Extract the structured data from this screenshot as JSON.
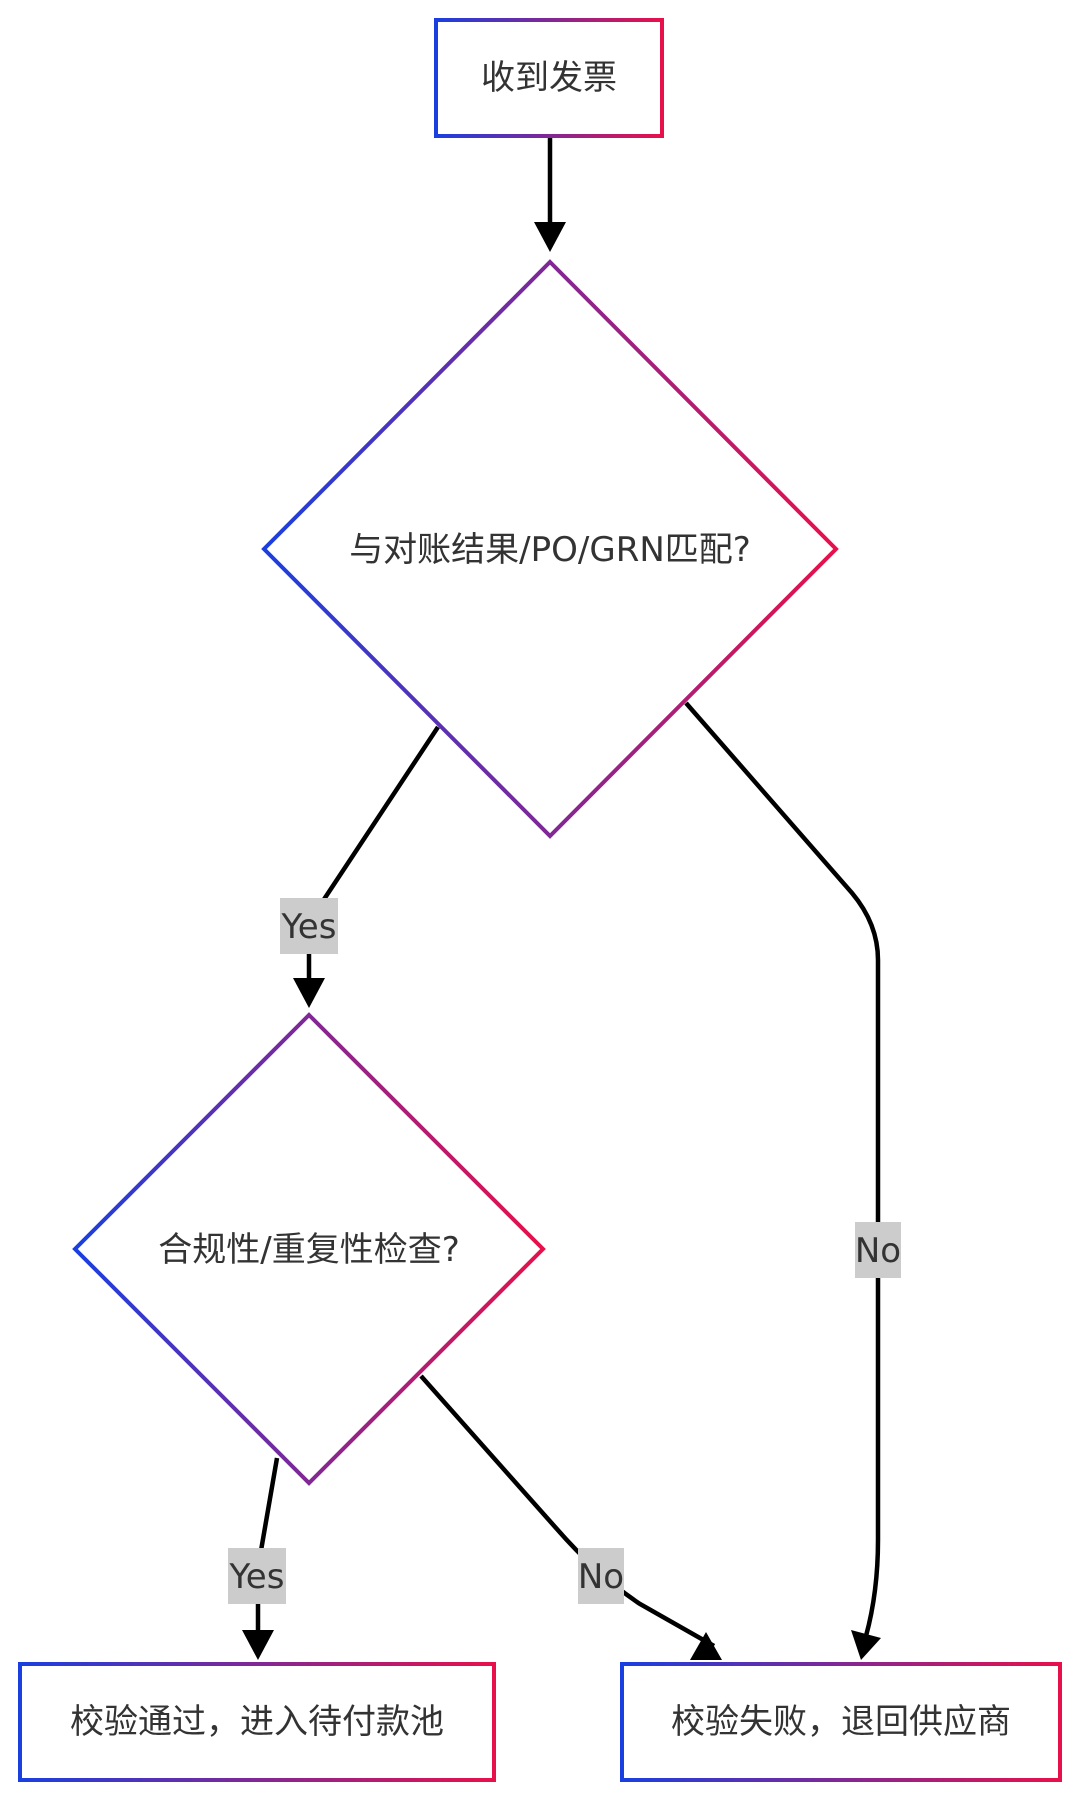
{
  "colors": {
    "gradient_start": "#1a3fe0",
    "gradient_end": "#e8104a",
    "edge": "#000000",
    "label_bg": "#cccccc",
    "text": "#333333",
    "node_fill": "#ffffff"
  },
  "nodes": {
    "receive_invoice": "收到发票",
    "match_check": "与对账结果/PO/GRN匹配?",
    "compliance_check": "合规性/重复性检查?",
    "pass": "校验通过，进入待付款池",
    "fail": "校验失败，退回供应商"
  },
  "edges": {
    "match_yes": "Yes",
    "match_no": "No",
    "compliance_yes": "Yes",
    "compliance_no": "No"
  }
}
